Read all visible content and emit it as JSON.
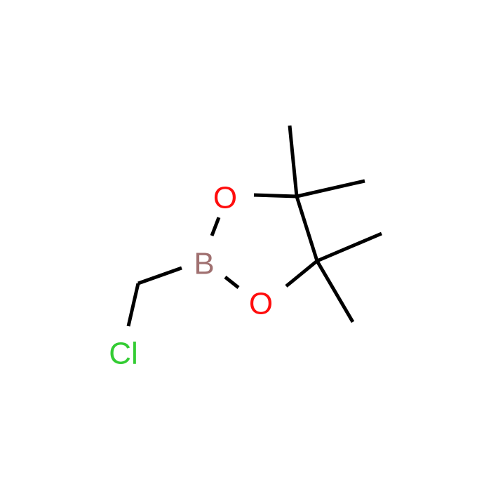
{
  "molecule": {
    "atoms": {
      "chlorine": {
        "symbol": "Cl",
        "color": "#33cc33"
      },
      "boron": {
        "symbol": "B",
        "color": "#a07070"
      },
      "oxygen_top": {
        "symbol": "O",
        "color": "#ff0d0d"
      },
      "oxygen_bottom": {
        "symbol": "O",
        "color": "#ff0d0d"
      }
    },
    "bond_color": "#000000"
  }
}
